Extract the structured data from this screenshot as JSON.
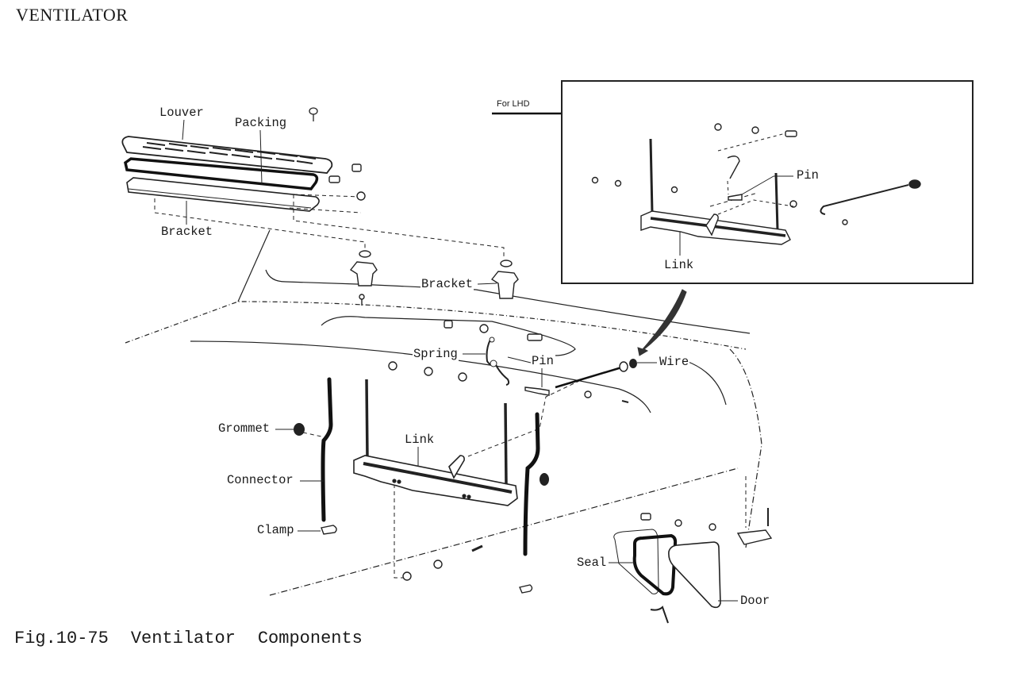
{
  "title": "VENTILATOR",
  "caption": {
    "figure_number": "Fig.10-75",
    "figure_title_1": "Ventilator",
    "figure_title_2": "Components"
  },
  "inset": {
    "heading": "For LHD",
    "labels": {
      "pin": "Pin",
      "link": "Link"
    }
  },
  "labels": {
    "louver": "Louver",
    "packing": "Packing",
    "bracket_top": "Bracket",
    "bracket_mid": "Bracket",
    "spring": "Spring",
    "pin": "Pin",
    "wire": "Wire",
    "grommet": "Grommet",
    "link": "Link",
    "connector": "Connector",
    "clamp": "Clamp",
    "seal": "Seal",
    "door": "Door"
  }
}
